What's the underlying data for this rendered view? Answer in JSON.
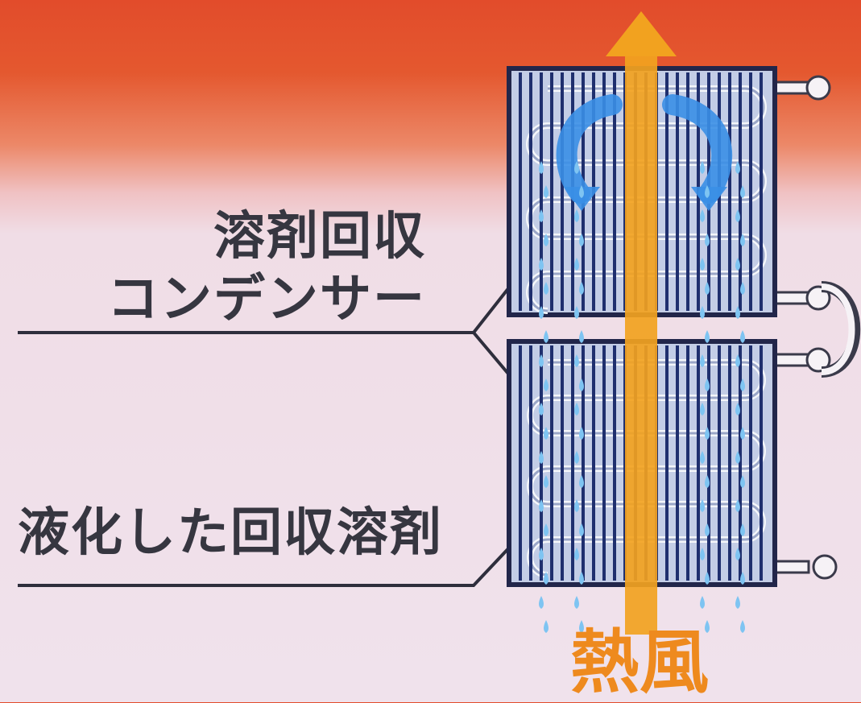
{
  "labels": {
    "condenser_line1": "溶剤回収",
    "condenser_line2": "コンデンサー",
    "liquefied_solvent": "液化した回収溶剤",
    "hot_air": "熱風"
  },
  "colors": {
    "hot_top": "#e24c2b",
    "background": "#f0e2ec",
    "frame": "#22264a",
    "coil": "#f4f6fa",
    "fins": "#1f2f6e",
    "air_arrow": "#f2a21f",
    "solvent_vapor": "#3a8fe6",
    "droplets": "#7ec4f2",
    "label_text": "#363640",
    "hot_air_text": "#ee8a1e"
  },
  "icons": {
    "hot_air_arrow": "arrow-up-icon",
    "vapor": "curved-arrow-icon",
    "drops": "droplet-icon"
  }
}
